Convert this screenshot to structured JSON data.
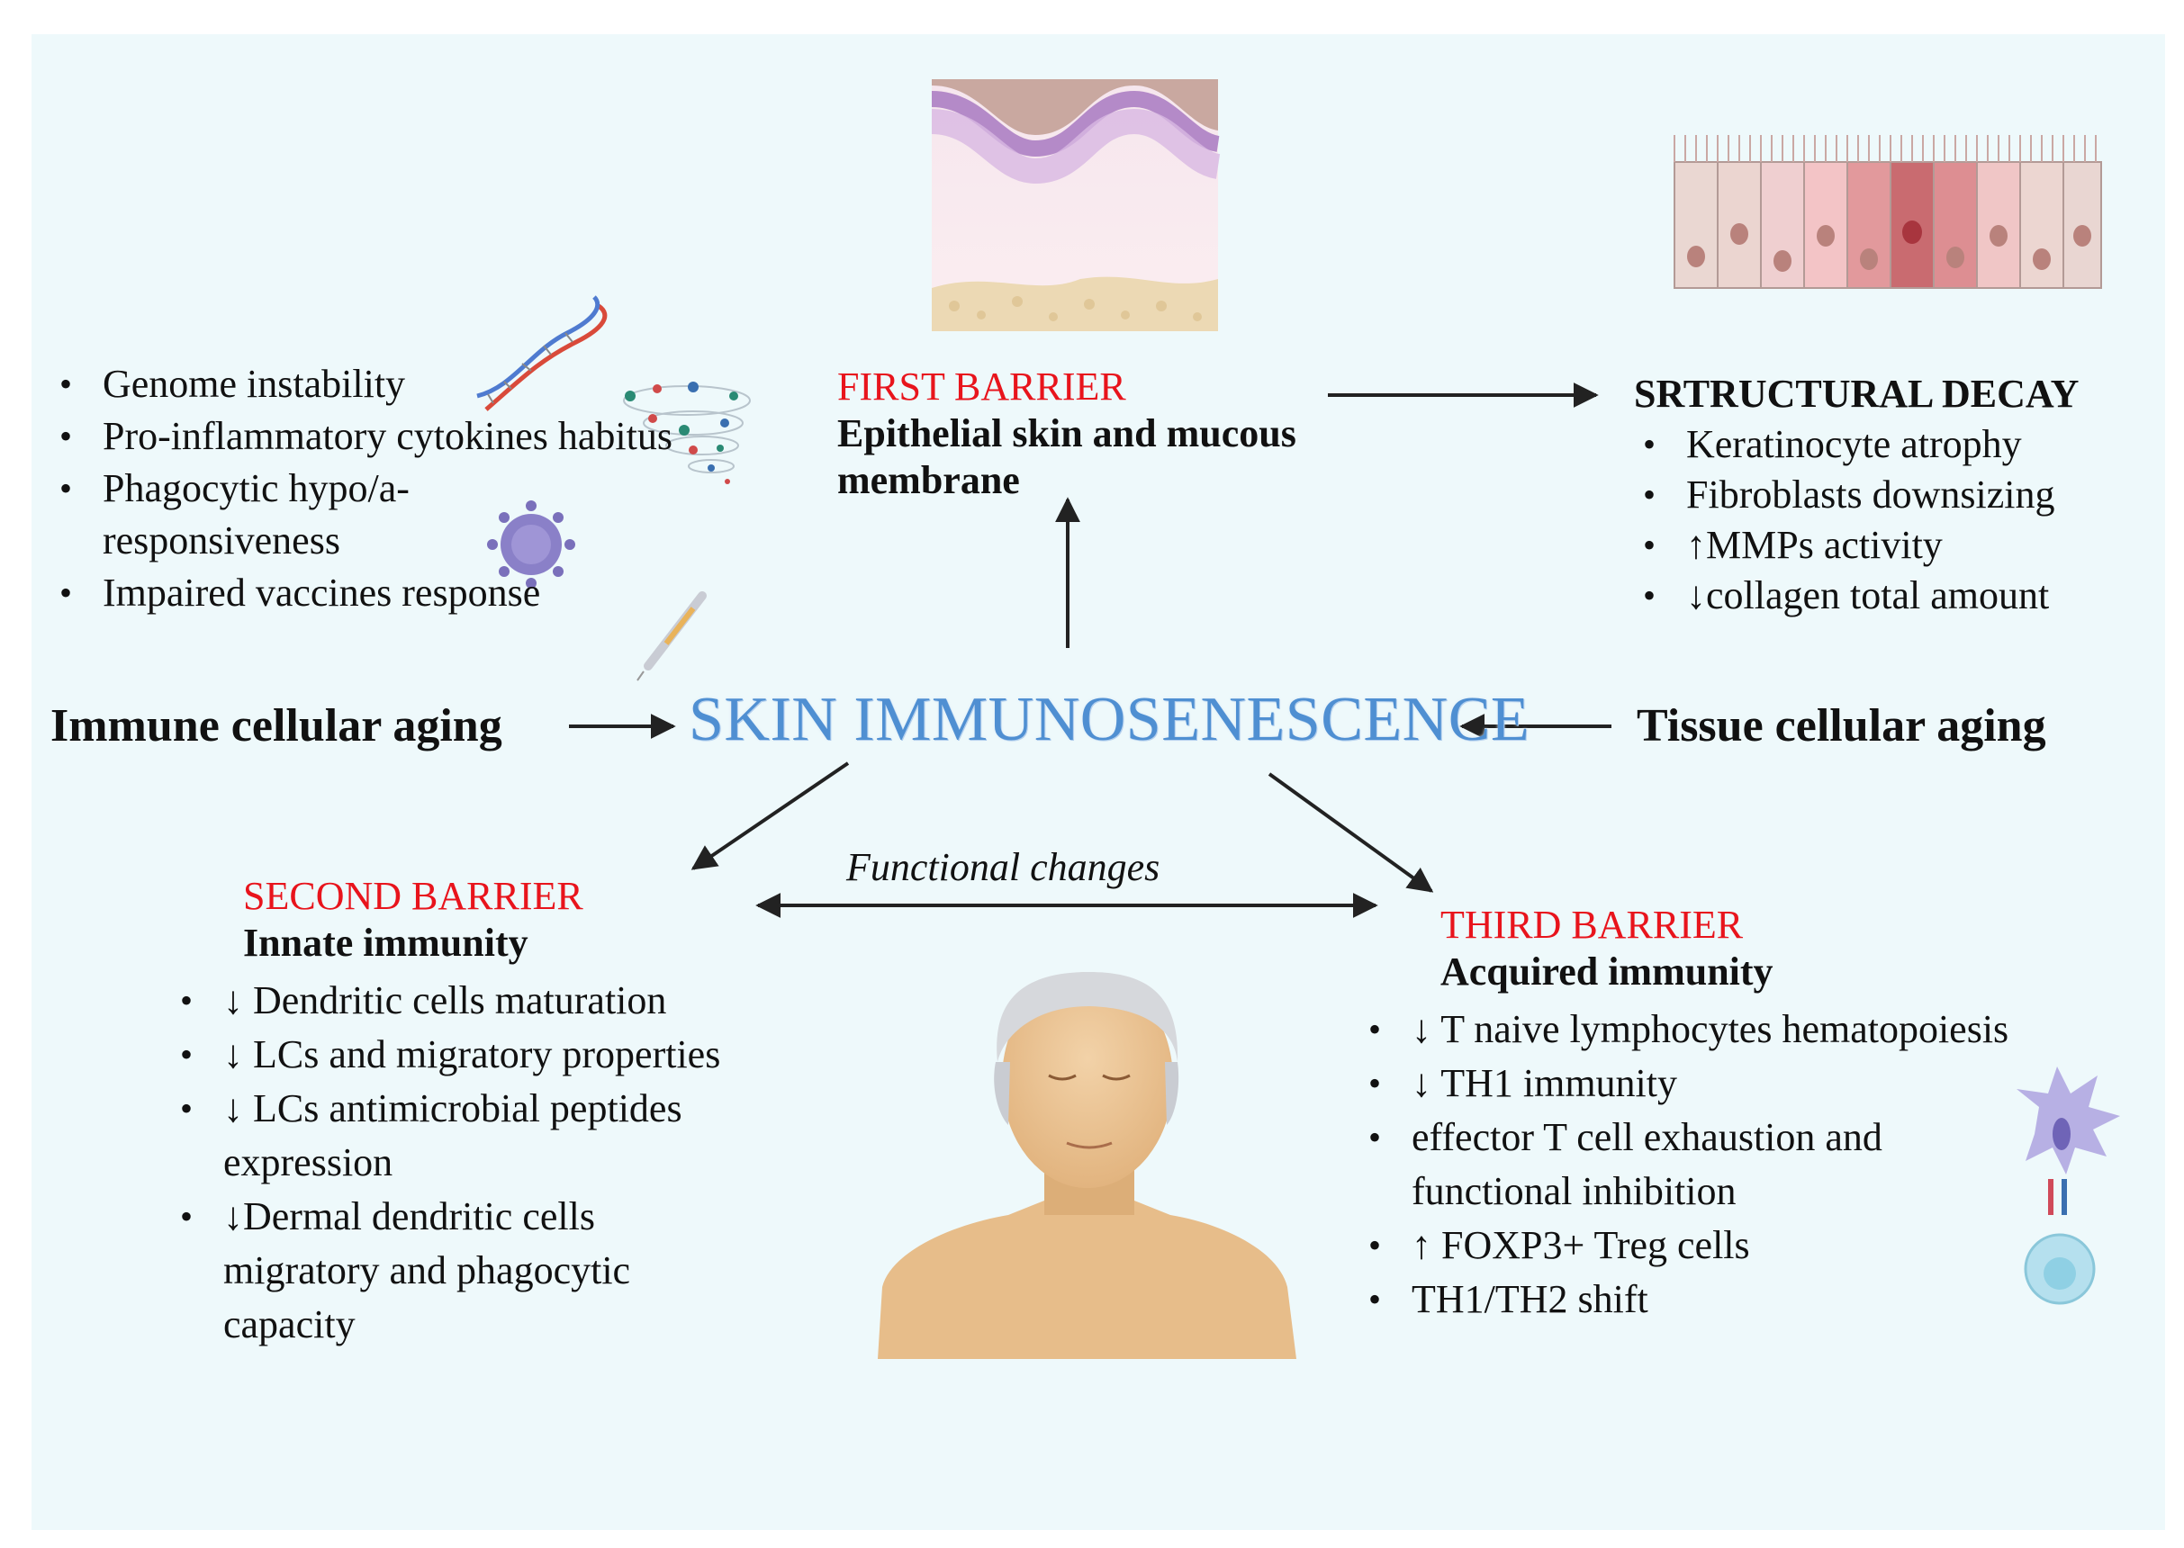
{
  "immune_list": [
    "Genome instability",
    "Pro-inflammatory cytokines habitus",
    "Phagocytic hypo/a-responsiveness",
    "Impaired vaccines response"
  ],
  "immune_aging": "Immune cellular aging",
  "center_title": "SKIN IMMUNOSENESCENCE",
  "tissue_aging": "Tissue cellular aging",
  "first_barrier": {
    "label": "FIRST BARRIER",
    "subtitle": "Epithelial skin and mucous membrane"
  },
  "structural_decay": {
    "title": "SRTRUCTURAL DECAY",
    "items": [
      {
        "arrow": "",
        "text": "Keratinocyte atrophy"
      },
      {
        "arrow": "↑",
        "text": "MMPs activity"
      },
      {
        "arrow": "",
        "text": "Fibroblasts downsizing"
      },
      {
        "arrow": "↓",
        "text": "collagen total amount"
      }
    ]
  },
  "functional_changes": "Functional changes",
  "second_barrier": {
    "label": "SECOND BARRIER",
    "subtitle": "Innate immunity",
    "items": [
      {
        "arrow": "↓",
        "text": "Dendritic cells maturation"
      },
      {
        "arrow": "↓",
        "text": "LCs and migratory properties"
      },
      {
        "arrow": "↓",
        "text": "LCs antimicrobial peptides expression"
      },
      {
        "arrow": "↓",
        "text": "Dermal dendritic cells migratory and phagocytic capacity"
      }
    ]
  },
  "third_barrier": {
    "label": "THIRD BARRIER",
    "subtitle": "Acquired immunity",
    "items": [
      {
        "arrow": "↓",
        "text": "T naive lymphocytes hematopoiesis"
      },
      {
        "arrow": "↓",
        "text": "TH1 immunity"
      },
      {
        "arrow": "",
        "text": "effector T cell exhaustion and functional inhibition"
      },
      {
        "arrow": "↑",
        "text": "FOXP3+ Treg cells"
      },
      {
        "arrow": "",
        "text": "TH1/TH2 shift"
      }
    ]
  },
  "icons": [
    "dna-icon",
    "cytokine-tornado-icon",
    "virus-icon",
    "syringe-icon",
    "skin-section-illustration",
    "epithelial-cells-illustration",
    "elderly-woman-illustration",
    "immune-cells-icon"
  ]
}
